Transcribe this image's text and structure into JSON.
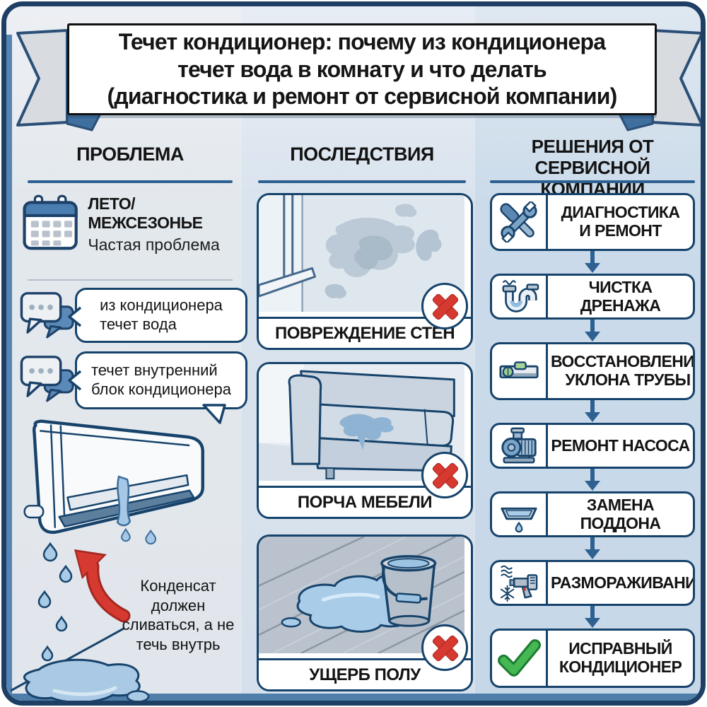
{
  "title": {
    "text": "Течет кондиционер: почему из кондиционера\nтечет вода в комнату и что делать\n(диагностика и ремонт от сервисной компании)"
  },
  "colors": {
    "accent_navy": "#16436b",
    "divider_blue": "#2e6191",
    "background_blue": "#c6d7e8",
    "error_red": "#d6392f",
    "success_green": "#45b854",
    "ribbon_fold_blue": "#3f6f9e"
  },
  "problem": {
    "header": "ПРОБЛЕМА",
    "season": {
      "icon": "calendar-icon",
      "title": "ЛЕТО/МЕЖСЕЗОНЬЕ",
      "subtitle": "Частая проблема"
    },
    "complaints": [
      {
        "icon": "chat-bubbles-icon",
        "text": "из кондиционера\nтечет вода"
      },
      {
        "icon": "chat-bubbles-icon",
        "text": "течет внутренний\nблок кондиционера"
      }
    ],
    "illustration": "leaking-indoor-ac-unit",
    "note": "Конденсат\nдолжен\nсливаться, а не\nтечь внутрь"
  },
  "consequences": {
    "header": "ПОСЛЕДСТВИЯ",
    "cards": [
      {
        "image": "stained-wall-with-window",
        "badge": "red-x",
        "label": "ПОВРЕЖДЕНИЕ СТЕН"
      },
      {
        "image": "sofa-with-water-stain",
        "badge": "red-x",
        "label": "ПОРЧА МЕБЕЛИ"
      },
      {
        "image": "wet-floor-with-bucket",
        "badge": "red-x",
        "label": "УЩЕРБ ПОЛУ"
      }
    ]
  },
  "solutions": {
    "header": "РЕШЕНИЯ ОТ\nСЕРВИСНОЙ КОМПАНИИ",
    "steps": [
      {
        "icon": "tools-icon",
        "label": "ДИАГНОСТИКА\nИ РЕМОНТ"
      },
      {
        "icon": "drain-pipe-icon",
        "label": "ЧИСТКА ДРЕНАЖА"
      },
      {
        "icon": "spirit-level-icon",
        "label": "ВОССТАНОВЛЕНИЕ\nУКЛОНА ТРУБЫ"
      },
      {
        "icon": "pump-icon",
        "label": "РЕМОНТ НАСОСА"
      },
      {
        "icon": "drain-pan-icon",
        "label": "ЗАМЕНА ПОДДОНА"
      },
      {
        "icon": "heat-gun-icon",
        "label": "РАЗМОРАЖИВАНИЕ"
      },
      {
        "icon": "check-icon",
        "label": "ИСПРАВНЫЙ\nКОНДИЦИОНЕР"
      }
    ]
  }
}
